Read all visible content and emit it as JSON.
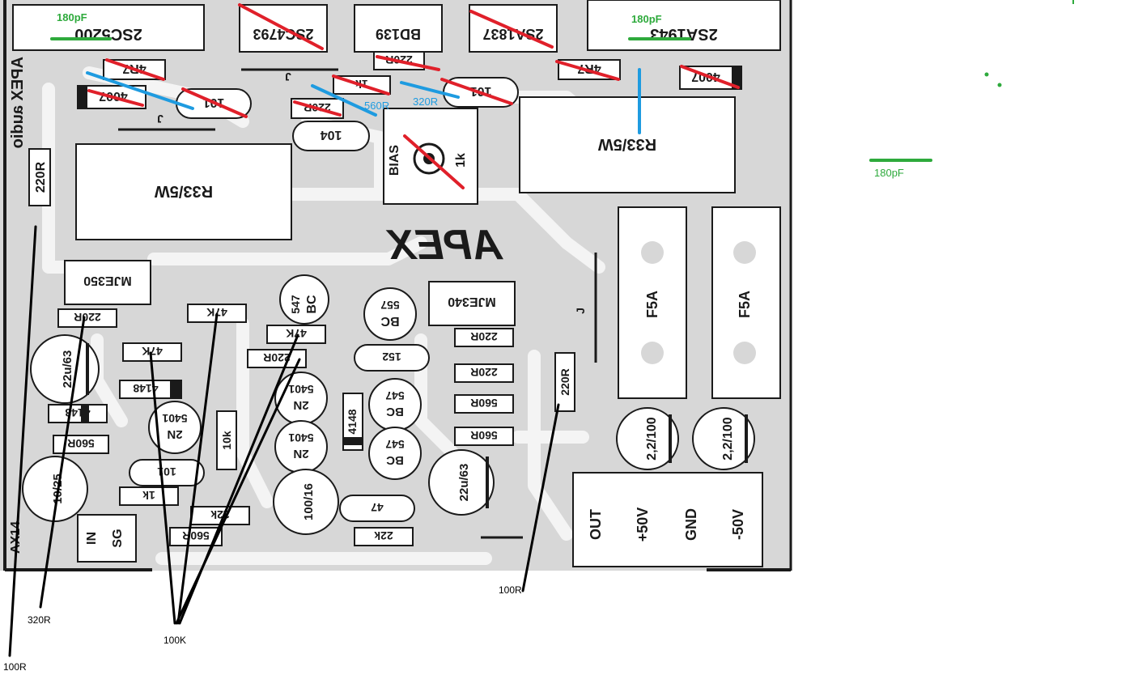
{
  "colors": {
    "board": "#d7d7d7",
    "pad": "#ffffff",
    "ink": "#1a1a1a",
    "annot_black": "#000000",
    "annot_red": "#e0202a",
    "annot_blue": "#1e9be0",
    "annot_green": "#2eaa3c"
  },
  "board": {
    "brand_mirrored": "APEX audio",
    "logo": "APEX",
    "model": "AX14"
  },
  "components": {
    "q_2sc5200": "2SC5200",
    "q_2sc4793": "2SC4793",
    "q_bd139": "BD139",
    "q_2sa1837": "2SA1837",
    "q_2sa1943": "2SA1943",
    "r_4r7_left": "4R7",
    "r_4r7_right": "4R7",
    "d_4007_left": "4007",
    "d_4007_right": "4007",
    "r_220r_bd": "220R",
    "r_1k_top": "1k",
    "c_101_left": "101",
    "c_101_right": "101",
    "r_220r_mid": "220R",
    "c_104": "104",
    "pot_bias": "BIAS",
    "pot_value": "1k",
    "rs_left": "R33/5W",
    "rs_right": "R33/5W",
    "r_220r_vert": "220R",
    "jumper_j1": "J",
    "jumper_j2": "J",
    "jumper_j3": "J",
    "q_mje350": "MJE350",
    "q_mje340": "MJE340",
    "q_bc547_top_a": "BC",
    "q_bc547_top_b": "547",
    "q_bc557_a": "BC",
    "q_bc557_b": "557",
    "r_220r_a": "220R",
    "r_47k_a": "47K",
    "r_47k_b": "47K",
    "r_47k_c": "47K",
    "r_220r_b": "220R",
    "r_220r_c": "220R",
    "c_152": "152",
    "r_220r_d": "220R",
    "c_22u63_left": "22u/63",
    "d_4148_a": "4148",
    "d_4148_b": "4148",
    "d_4148_c": "4148",
    "r_560r_a": "560R",
    "r_560r_b": "560R",
    "r_560r_c": "560R",
    "r_560r_d": "560R",
    "q_2n5401_a1": "2N",
    "q_2n5401_a2": "5401",
    "q_2n5401_b1": "2N",
    "q_2n5401_b2": "5401",
    "q_2n5401_c1": "2N",
    "q_2n5401_c2": "5401",
    "r_10k": "10k",
    "q_bc547_a1": "BC",
    "q_bc547_a2": "547",
    "q_bc547_b1": "BC",
    "q_bc547_b2": "547",
    "c_101_bottom": "101",
    "c_10_25": "10/25",
    "r_1k_bottom": "1k",
    "r_22k_a": "22k",
    "r_22k_b": "22k",
    "c_100_16": "100/16",
    "c_47": "47",
    "c_22u63_right": "22u/63",
    "r_220r_vertical_right": "220R",
    "fuse_a": "F5A",
    "fuse_b": "F5A",
    "c_2200_a": "2,2/100",
    "c_2200_b": "2,2/100",
    "term_in": "IN",
    "term_sg": "SG",
    "term_out": "OUT",
    "term_p50": "+50V",
    "term_gnd": "GND",
    "term_m50": "-50V"
  },
  "annotations": {
    "green_180pf_a": "180pF",
    "green_180pf_b": "180pF",
    "green_180pf_c": "180pF",
    "blue_560r": "560R",
    "blue_320r": "320R",
    "black_100r_a": "100R",
    "black_320r": "320R",
    "black_100k": "100K",
    "black_100r_b": "100R"
  }
}
